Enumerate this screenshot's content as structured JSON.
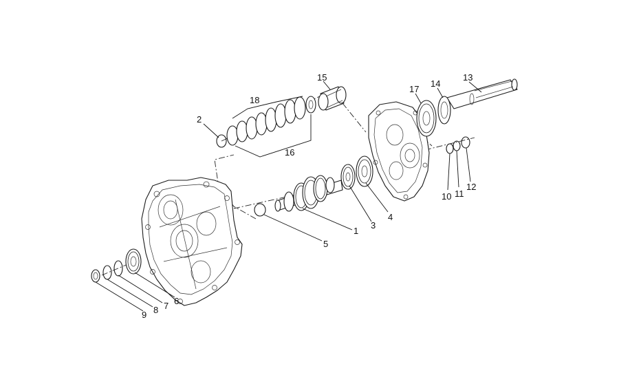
{
  "diagram": {
    "callouts": [
      {
        "id": "1",
        "label": "1"
      },
      {
        "id": "2",
        "label": "2"
      },
      {
        "id": "3",
        "label": "3"
      },
      {
        "id": "4",
        "label": "4"
      },
      {
        "id": "5",
        "label": "5"
      },
      {
        "id": "6",
        "label": "6"
      },
      {
        "id": "7",
        "label": "7"
      },
      {
        "id": "8",
        "label": "8"
      },
      {
        "id": "9",
        "label": "9"
      },
      {
        "id": "10",
        "label": "10"
      },
      {
        "id": "11",
        "label": "11"
      },
      {
        "id": "12",
        "label": "12"
      },
      {
        "id": "13",
        "label": "13"
      },
      {
        "id": "14",
        "label": "14"
      },
      {
        "id": "15",
        "label": "15"
      },
      {
        "id": "16",
        "label": "16"
      },
      {
        "id": "17",
        "label": "17"
      },
      {
        "id": "18",
        "label": "18"
      }
    ],
    "colors": {
      "line": "#1a1a1a",
      "background": "#ffffff"
    }
  }
}
